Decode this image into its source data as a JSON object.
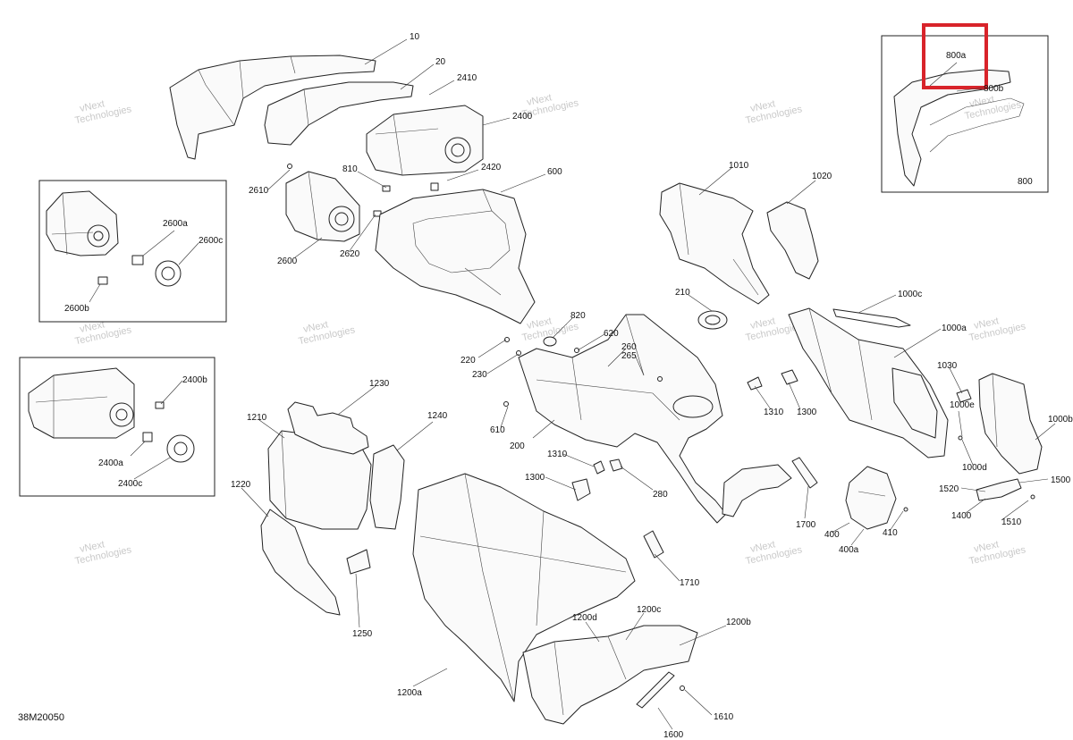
{
  "drawing_number": "38M20050",
  "highlight_color": "#d8232a",
  "watermark_text": [
    "vNext",
    "Technologies"
  ],
  "labels": {
    "p10": "10",
    "p20": "20",
    "p2410": "2410",
    "p2400": "2400",
    "p2420": "2420",
    "p810": "810",
    "p600": "600",
    "p2610": "2610",
    "p2620": "2620",
    "p2600": "2600",
    "p2600a": "2600a",
    "p2600c": "2600c",
    "p2600b": "2600b",
    "p2400b": "2400b",
    "p2400a": "2400a",
    "p2400c": "2400c",
    "p1010": "1010",
    "p1020": "1020",
    "p800a": "800a",
    "p800b": "800b",
    "p800": "800",
    "p210": "210",
    "p820": "820",
    "p620": "620",
    "p220": "220",
    "p230": "230",
    "p260": "260",
    "p265": "265",
    "p610": "610",
    "p200": "200",
    "p1310a": "1310",
    "p1300a": "1300",
    "p1310b": "1310",
    "p1300b": "1300",
    "p280": "280",
    "p1000c": "1000c",
    "p1000a": "1000a",
    "p1030": "1030",
    "p1000e": "1000e",
    "p1000d": "1000d",
    "p1000b": "1000b",
    "p1520": "1520",
    "p1500": "1500",
    "p1400": "1400",
    "p1510": "1510",
    "p1700": "1700",
    "p400": "400",
    "p410": "410",
    "p400a": "400a",
    "p1230": "1230",
    "p1210": "1210",
    "p1240": "1240",
    "p1220": "1220",
    "p1250": "1250",
    "p1710": "1710",
    "p1200a": "1200a",
    "p1200d": "1200d",
    "p1200c": "1200c",
    "p1200b": "1200b",
    "p1600": "1600",
    "p1610": "1610"
  }
}
